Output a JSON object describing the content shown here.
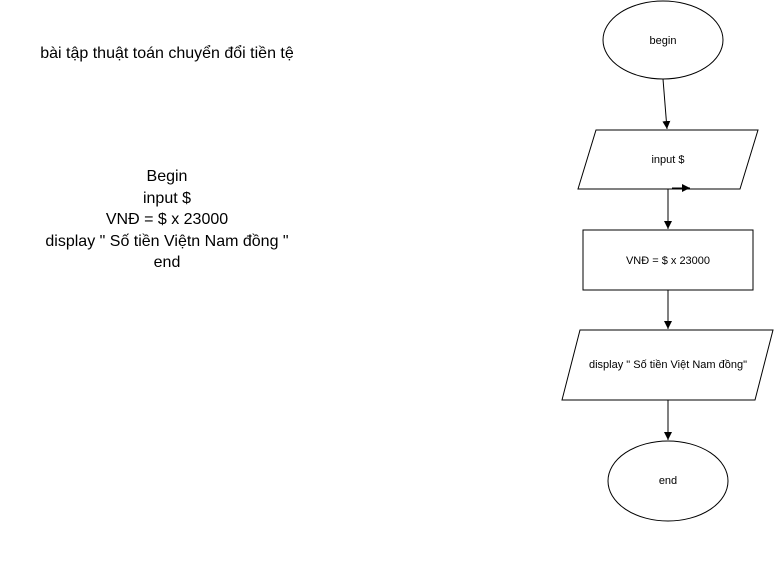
{
  "notes": {
    "title": "bài tập thuật toán chuyển đổi tiền tệ",
    "algorithm_lines": [
      "Begin",
      "input $",
      "VNĐ = $ x 23000",
      "display \" Số tiền Việtn Nam đồng \"",
      "end"
    ]
  },
  "flowchart": {
    "begin_label": "begin",
    "input_label": "input $",
    "process_label": "VNĐ = $ x 23000",
    "display_label": "display  \" Số tiền Việt Nam đồng\"",
    "end_label": "end"
  },
  "colors": {
    "stroke": "#000000",
    "fill": "#ffffff",
    "background": "#ffffff"
  }
}
